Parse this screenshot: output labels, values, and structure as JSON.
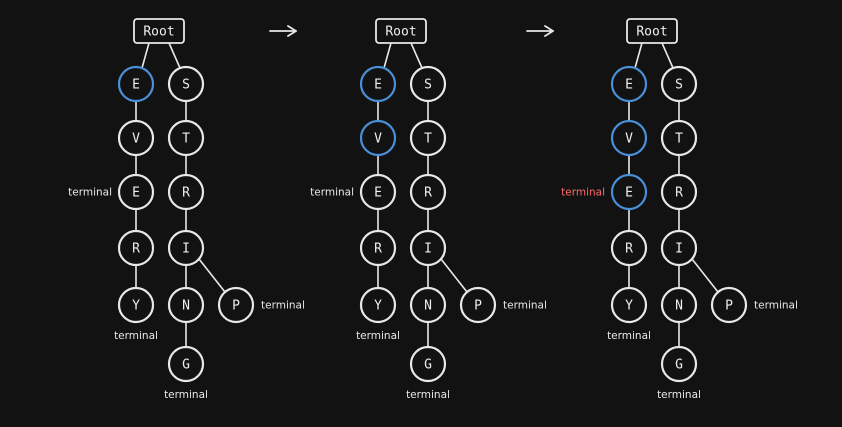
{
  "diagram": {
    "colors": {
      "background": "#121212",
      "stroke": "#e8e8e8",
      "highlight": "#4a90d9",
      "terminal_highlight": "#ff6b6b"
    },
    "root_label": "Root",
    "terminal_label": "terminal",
    "arrows": 2,
    "panels": [
      {
        "highlighted_nodes": [
          "e1"
        ],
        "red_terminals": []
      },
      {
        "highlighted_nodes": [
          "e1",
          "v"
        ],
        "red_terminals": []
      },
      {
        "highlighted_nodes": [
          "e1",
          "v",
          "e2"
        ],
        "red_terminals": [
          "e2"
        ]
      }
    ],
    "branches": [
      {
        "nodes": [
          {
            "id": "e1",
            "letter": "E"
          },
          {
            "id": "v",
            "letter": "V"
          },
          {
            "id": "e2",
            "letter": "E",
            "terminal": "left"
          },
          {
            "id": "r1",
            "letter": "R"
          },
          {
            "id": "y",
            "letter": "Y",
            "terminal": "below"
          }
        ]
      },
      {
        "nodes": [
          {
            "id": "s",
            "letter": "S"
          },
          {
            "id": "t",
            "letter": "T"
          },
          {
            "id": "r2",
            "letter": "R"
          },
          {
            "id": "i",
            "letter": "I"
          },
          {
            "id": "n",
            "letter": "N"
          },
          {
            "id": "g",
            "letter": "G",
            "terminal": "below"
          }
        ],
        "side_child": {
          "id": "p",
          "letter": "P",
          "parent": "i",
          "terminal": "right"
        }
      }
    ]
  }
}
